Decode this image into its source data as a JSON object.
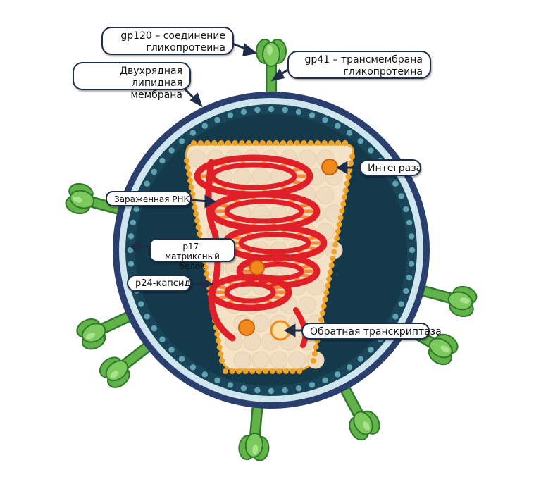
{
  "labels": {
    "gp120": "gp120 – соединение\nгликопротеина",
    "gp41": "gp41 – трансмембрана\nгликопротеина",
    "membrane": "Двухрядная\nлипидная мембрана",
    "integrase": "Интеграза",
    "rna": "Зараженная РНК",
    "p17": "p17-матриксный\nбелок",
    "p24": "p24-капсид",
    "rt": "Обратная транскриптаза"
  },
  "colors": {
    "membrane_outer": "#2a3f6e",
    "membrane_inner": "#cfe6ee",
    "matrix_bead": "#5fa3b3",
    "core_dark": "#13394a",
    "capsid_fill": "#f5e3c8",
    "capsid_bead": "#f0a326",
    "rna": "#e11f28",
    "rna_ladder": "#f58a3a",
    "enzyme": "#f08a1c",
    "spike": "#62b24a",
    "spike_dark": "#2f7a2a"
  }
}
